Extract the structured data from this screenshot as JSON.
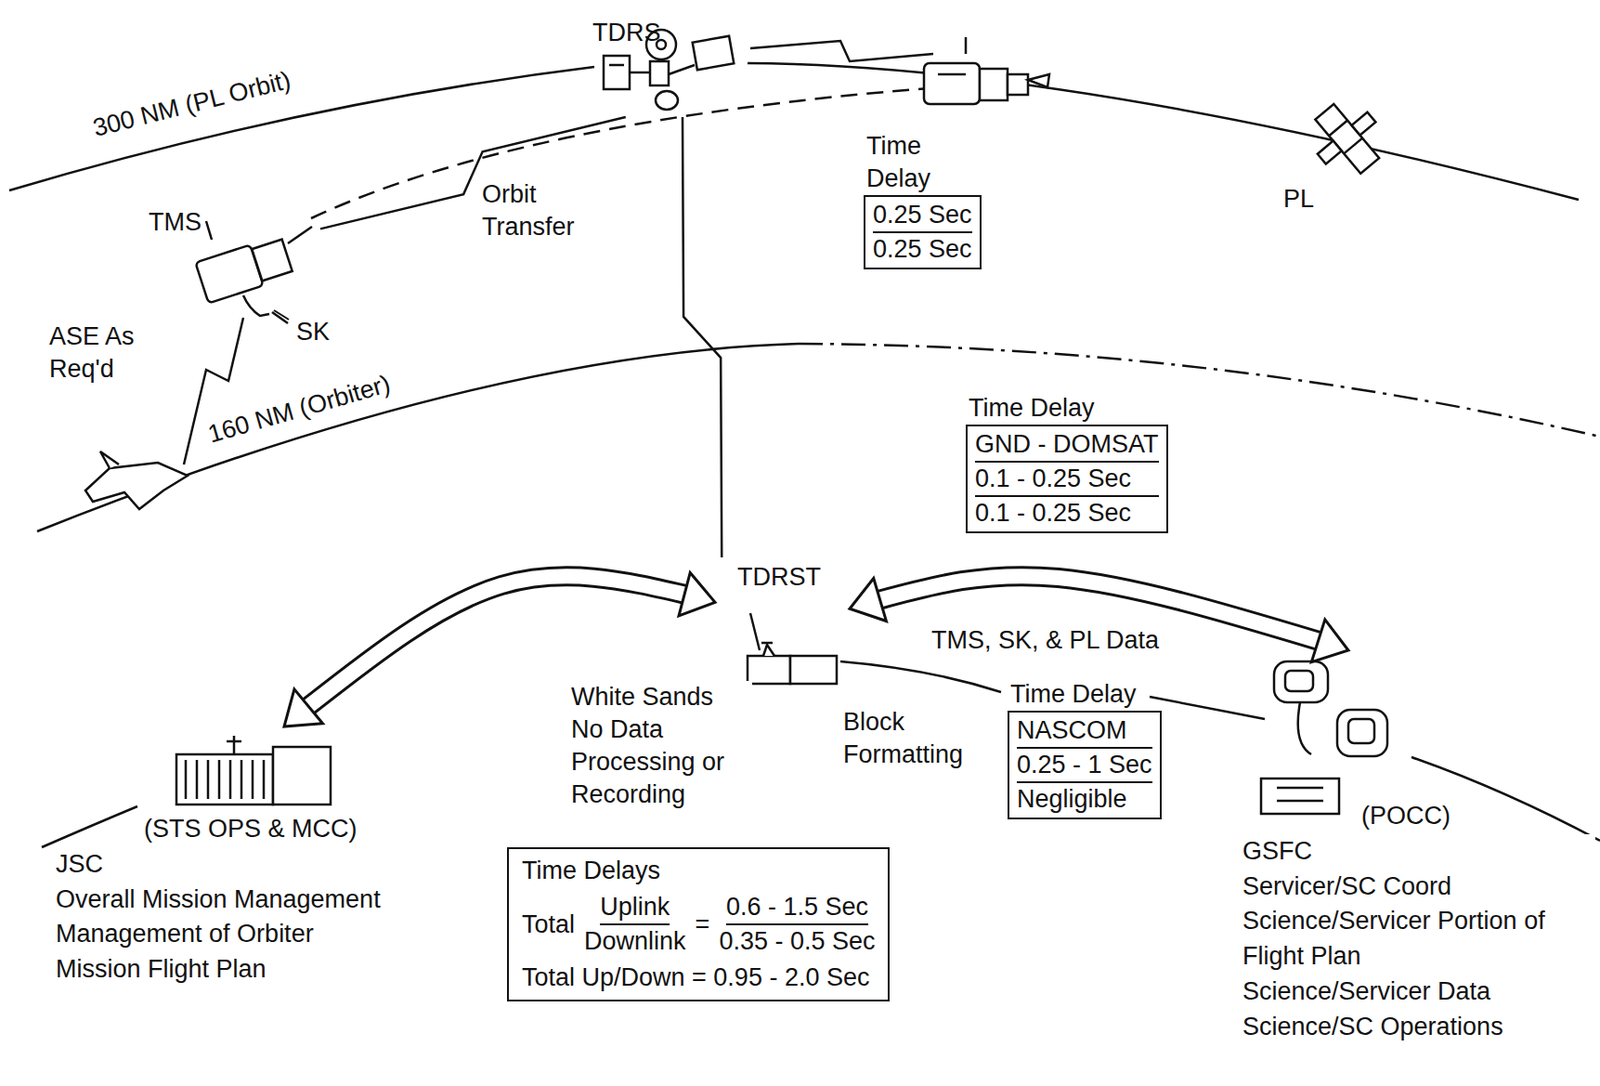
{
  "diagram": {
    "nodes": [
      {
        "text": [
          "TDRS"
        ]
      },
      {
        "text": [
          "Time Delay",
          "0.25 Sec",
          "0.25 Sec"
        ]
      },
      {
        "text": [
          "PL"
        ]
      },
      {
        "text": [
          "TMS"
        ]
      },
      {
        "text": [
          "Time Delay",
          "GND - DOMSAT",
          "0.1 - 0.25 Sec",
          "0.1 - 0.25 Sec"
        ]
      },
      {
        "text": [
          "TDRST"
        ]
      },
      {
        "text": [
          "(STS OPS & MCC)",
          "JSC",
          "Overall Mission Management",
          "Management of Orbiter",
          "Mission Flight Plan"
        ]
      },
      {
        "text": [
          "Time Delay",
          "NASCOM",
          "0.25 - 1 Sec",
          "Negligible"
        ]
      },
      {
        "text": [
          "Time Delays",
          "Total",
          "Uplink",
          "Downlink",
          "=",
          "0.6 - 1.5 Sec",
          "0.35 - 0.5 Sec",
          "Total Up/Down = 0.95 - 2.0 Sec"
        ]
      },
      {
        "text": [
          "(POCC)",
          "GSFC",
          "Servicer/SC Coord",
          "Science/Servicer Portion of Flight Plan",
          "Science/Servicer Data",
          "Science/SC Operations"
        ]
      }
    ],
    "edges": [
      {
        "from": 0,
        "to": 3,
        "arrow": "none"
      },
      {
        "from": 0,
        "to": 5,
        "arrow": "none"
      },
      {
        "from": 6,
        "to": 5,
        "arrow": "both"
      },
      {
        "from": 5,
        "to": 9,
        "arrow": "both",
        "label": "TMS, SK, & PL Data"
      }
    ],
    "labels": [
      "300 NM (PL Orbit)",
      "Orbit Transfer",
      "SK",
      "ASE As Req'd",
      "160 NM (Orbiter)",
      "White Sands No Data Processing or Recording",
      "Block Formatting"
    ]
  }
}
